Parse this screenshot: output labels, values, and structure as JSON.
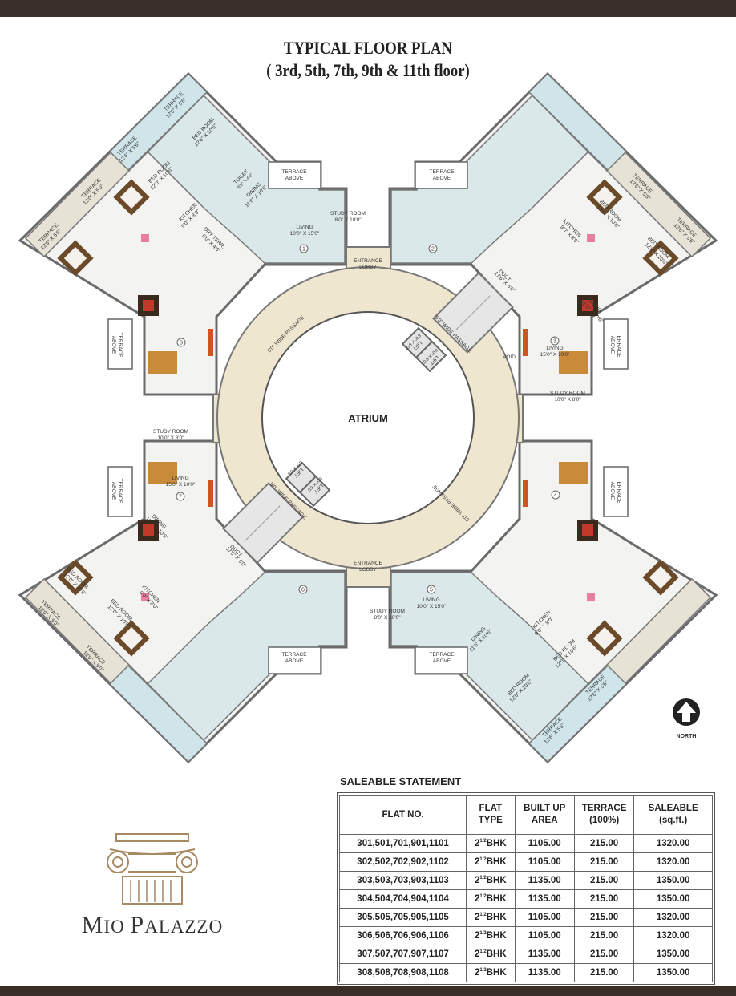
{
  "header": {
    "title": "TYPICAL FLOOR PLAN",
    "subtitle": "( 3rd, 5th, 7th, 9th & 11th floor)"
  },
  "plan": {
    "atrium": "ATRIUM",
    "entrance_lobby_1": "ENTRANCE",
    "entrance_lobby_2": "LOBBY",
    "passage": "5'0\" WIDE PASSAGE",
    "lift": "LIFT",
    "lift_size": "6'0\" X 6'0\"",
    "duct": "DUCT",
    "duct_size": "17'6\" X 6'0\"",
    "void": "VOID",
    "terrace_above_1": "TERRACE",
    "terrace_above_2": "ABOVE",
    "living": "LIVING",
    "living_size_a": "10'0\" X 15'0\"",
    "living_size_b": "15'0\" X 10'0\"",
    "study": "STUDY ROOM",
    "study_size_a": "8'0\" X 10'0\"",
    "study_size_b": "10'0\" X 8'0\"",
    "bedroom": "BED ROOM",
    "bedroom_size_a": "12'6\" X 10'6\"",
    "bedroom_size_b": "12'0\" X 10'6\"",
    "kitchen": "KITCHEN",
    "kitchen_size": "9'0\" X 8'0\"",
    "dining": "DINING",
    "dining_size": "11'6\" X 10'6\"",
    "toilet": "TOILET",
    "toilet_size": "8'0\" X 4'6\"",
    "dry_terr": "DRY TERR.",
    "dry_terr_size": "6'0\" X 4'6\"",
    "terrace": "TERRACE",
    "terrace_size_a": "12'6\" X 5'6\"",
    "terrace_size_b": "12'0\" X 5'0\"",
    "flat_numbers": [
      "1",
      "2",
      "3",
      "4",
      "5",
      "6",
      "7",
      "8"
    ],
    "north": "NORTH"
  },
  "logo": {
    "text_big_m": "M",
    "text_io": "IO ",
    "text_big_p": "P",
    "text_alazzo": "ALAZZO",
    "color": "#a88a62"
  },
  "statement": {
    "title": "SALEABLE STATEMENT",
    "headers": [
      [
        "FLAT NO.",
        ""
      ],
      [
        "FLAT",
        "TYPE"
      ],
      [
        "BUILT UP",
        "AREA"
      ],
      [
        "TERRACE",
        "(100%)"
      ],
      [
        "SALEABLE",
        "(sq.ft.)"
      ]
    ],
    "type_base": "2",
    "type_sup": "1/2",
    "type_unit": "BHK",
    "rows": [
      [
        "301,501,701,901,1101",
        "1105.00",
        "215.00",
        "1320.00"
      ],
      [
        "302,502,702,902,1102",
        "1105.00",
        "215.00",
        "1320.00"
      ],
      [
        "303,503,703,903,1103",
        "1135.00",
        "215.00",
        "1350.00"
      ],
      [
        "304,504,704,904,1104",
        "1135.00",
        "215.00",
        "1350.00"
      ],
      [
        "305,505,705,905,1105",
        "1105.00",
        "215.00",
        "1320.00"
      ],
      [
        "306,506,706,906,1106",
        "1105.00",
        "215.00",
        "1320.00"
      ],
      [
        "307,507,707,907,1107",
        "1135.00",
        "215.00",
        "1350.00"
      ],
      [
        "308,508,708,908,1108",
        "1135.00",
        "215.00",
        "1350.00"
      ]
    ]
  }
}
